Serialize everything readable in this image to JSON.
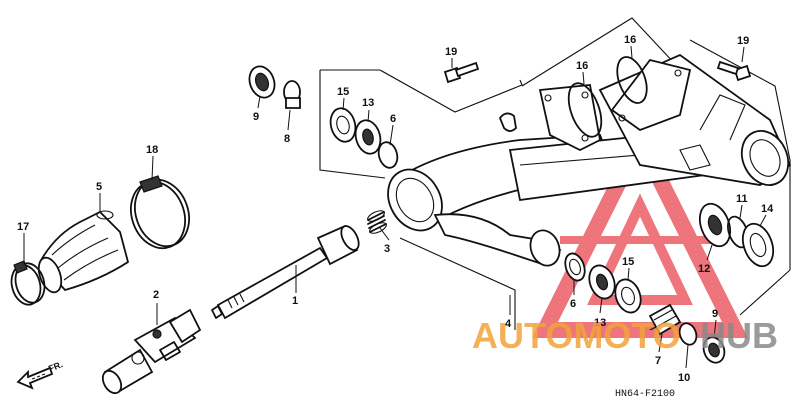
{
  "diagram": {
    "code": "HN64-F2100",
    "direction_label": "FR.",
    "callouts": [
      {
        "id": "c1",
        "label": "1"
      },
      {
        "id": "c2",
        "label": "2"
      },
      {
        "id": "c3",
        "label": "3"
      },
      {
        "id": "c4",
        "label": "4"
      },
      {
        "id": "c5",
        "label": "5"
      },
      {
        "id": "c6a",
        "label": "6"
      },
      {
        "id": "c6b",
        "label": "6"
      },
      {
        "id": "c7",
        "label": "7"
      },
      {
        "id": "c8",
        "label": "8"
      },
      {
        "id": "c9a",
        "label": "9"
      },
      {
        "id": "c9b",
        "label": "9"
      },
      {
        "id": "c10",
        "label": "10"
      },
      {
        "id": "c11",
        "label": "11"
      },
      {
        "id": "c12",
        "label": "12"
      },
      {
        "id": "c13a",
        "label": "13"
      },
      {
        "id": "c13b",
        "label": "13"
      },
      {
        "id": "c14",
        "label": "14"
      },
      {
        "id": "c15a",
        "label": "15"
      },
      {
        "id": "c15b",
        "label": "15"
      },
      {
        "id": "c16a",
        "label": "16"
      },
      {
        "id": "c16b",
        "label": "16"
      },
      {
        "id": "c17",
        "label": "17"
      },
      {
        "id": "c18",
        "label": "18"
      },
      {
        "id": "c19a",
        "label": "19"
      },
      {
        "id": "c19b",
        "label": "19"
      }
    ]
  },
  "watermark": {
    "word1": "AUTOMOTO",
    "word2": "HUB",
    "color_red": "#e8474f",
    "color_orange": "#f2a33a",
    "color_gray": "#8a8a8a"
  }
}
